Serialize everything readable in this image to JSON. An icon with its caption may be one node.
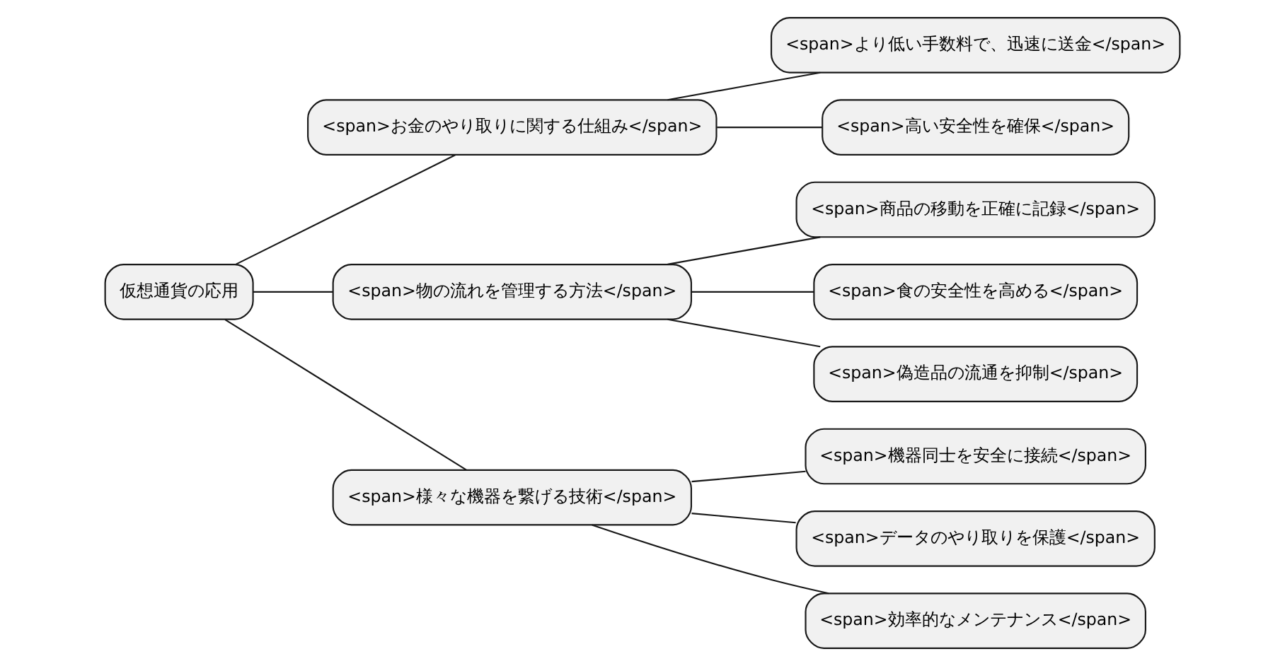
{
  "diagram": {
    "nodes": [
      {
        "text": [
          "仮想通貨の応用"
        ]
      },
      {
        "text": [
          "<span>お金のやり取りに関する仕組み</span>"
        ]
      },
      {
        "text": [
          "<span>より低い手数料で、迅速に送金</span>"
        ]
      },
      {
        "text": [
          "<span>高い安全性を確保</span>"
        ]
      },
      {
        "text": [
          "<span>物の流れを管理する方法</span>"
        ]
      },
      {
        "text": [
          "<span>商品の移動を正確に記録</span>"
        ]
      },
      {
        "text": [
          "<span>食の安全性を高める</span>"
        ]
      },
      {
        "text": [
          "<span>偽造品の流通を抑制</span>"
        ]
      },
      {
        "text": [
          "<span>様々な機器を繋げる技術</span>"
        ]
      },
      {
        "text": [
          "<span>機器同士を安全に接続</span>"
        ]
      },
      {
        "text": [
          "<span>データのやり取りを保護</span>"
        ]
      },
      {
        "text": [
          "<span>効率的なメンテナンス</span>"
        ]
      }
    ],
    "edges": [
      {
        "from": 0,
        "to": 1,
        "arrow": "none"
      },
      {
        "from": 1,
        "to": 2,
        "arrow": "none"
      },
      {
        "from": 1,
        "to": 3,
        "arrow": "none"
      },
      {
        "from": 0,
        "to": 4,
        "arrow": "none"
      },
      {
        "from": 4,
        "to": 5,
        "arrow": "none"
      },
      {
        "from": 4,
        "to": 6,
        "arrow": "none"
      },
      {
        "from": 4,
        "to": 7,
        "arrow": "none"
      },
      {
        "from": 0,
        "to": 8,
        "arrow": "none"
      },
      {
        "from": 8,
        "to": 9,
        "arrow": "none"
      },
      {
        "from": 8,
        "to": 10,
        "arrow": "none"
      },
      {
        "from": 8,
        "to": 11,
        "arrow": "none"
      }
    ]
  }
}
